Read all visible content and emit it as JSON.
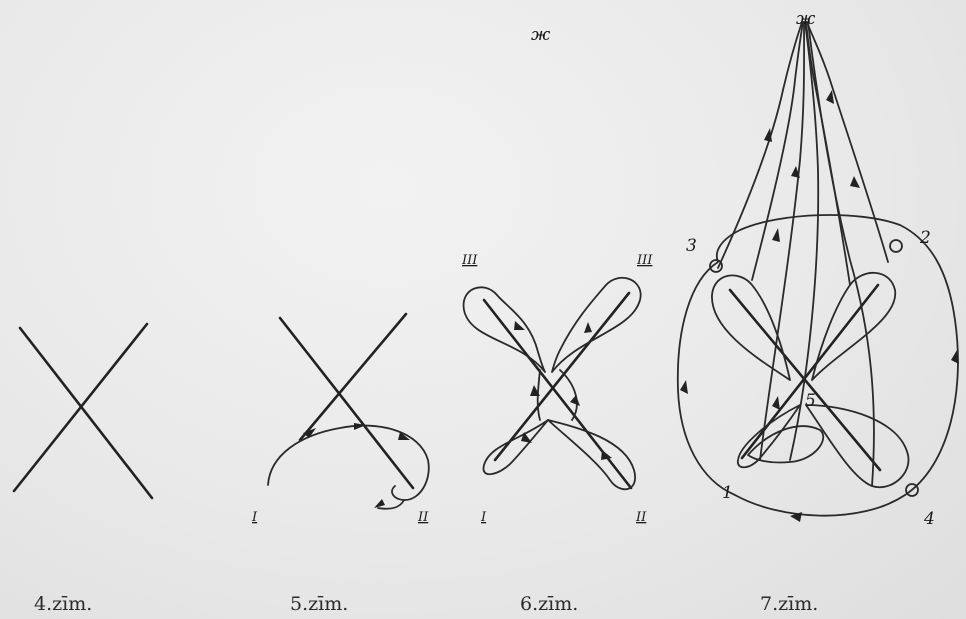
{
  "figures": [
    {
      "caption": "4.zīm."
    },
    {
      "caption": "5.zīm.",
      "labels": [
        "I",
        "II"
      ]
    },
    {
      "caption": "6.zīm.",
      "labels": [
        "I",
        "II",
        "III",
        "III"
      ],
      "star": "ж"
    },
    {
      "caption": "7.zīm.",
      "labels": [
        "1",
        "2",
        "3",
        "4",
        "5"
      ],
      "star": "ж"
    }
  ]
}
